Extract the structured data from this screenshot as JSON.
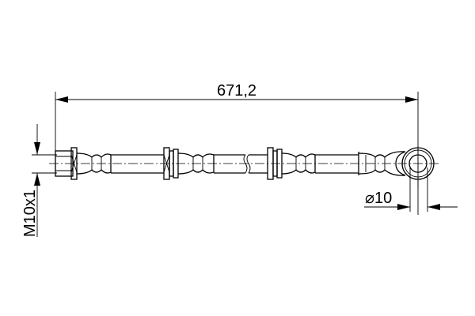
{
  "drawing": {
    "length_dimension": "671,2",
    "thread_dimension": "M10x1",
    "eye_diameter_dimension": "⌀10",
    "line_color": "#000000",
    "background_color": "#ffffff"
  }
}
